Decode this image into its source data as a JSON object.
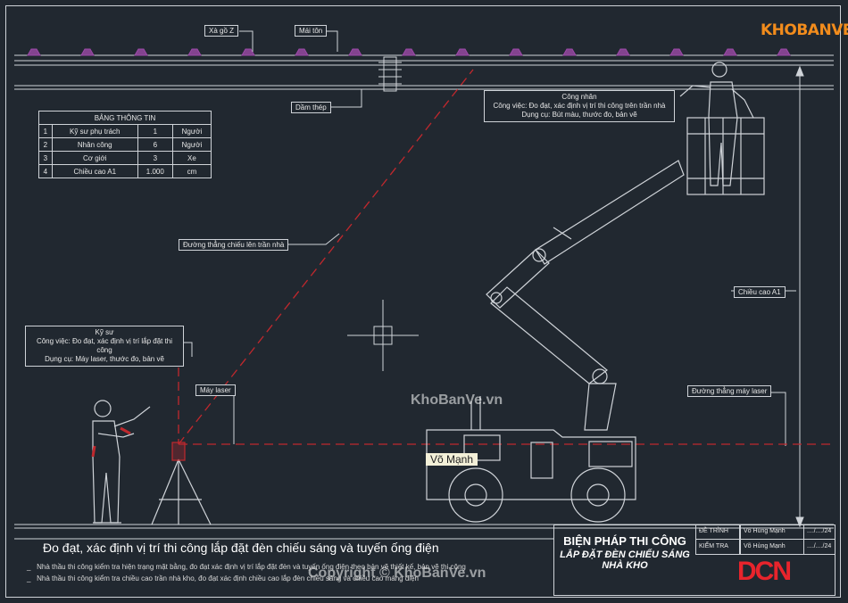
{
  "labels": {
    "xa_go": "Xà gồ Z",
    "mai_ton": "Mái tôn",
    "dam_thep": "Dầm thép",
    "duong_thang_chieu": "Đường thẳng chiếu lên trần nhà",
    "may_laser": "Máy laser",
    "chieu_cao": "Chiều cao A1",
    "duong_thang_may_laser": "Đường thẳng máy laser"
  },
  "worker_note": {
    "title": "Công nhân",
    "line1": "Công việc: Đo đạt, xác định vị trí thi công trên trần nhà",
    "line2": "Dụng cụ: Bút màu, thước đo, bản vẽ"
  },
  "engineer_note": {
    "title": "Kỹ sư",
    "line1": "Công việc: Đo đạt, xác định vị trí lắp đặt thi công",
    "line2": "Dụng cụ: Máy laser, thước đo, bản vẽ"
  },
  "info_table": {
    "title": "BẢNG THÔNG TIN",
    "rows": [
      {
        "no": "1",
        "name": "Kỹ sư phụ trách",
        "qty": "1",
        "unit": "Người"
      },
      {
        "no": "2",
        "name": "Nhân công",
        "qty": "6",
        "unit": "Người"
      },
      {
        "no": "3",
        "name": "Cơ giới",
        "qty": "3",
        "unit": "Xe"
      },
      {
        "no": "4",
        "name": "Chiều cao A1",
        "qty": "1.000",
        "unit": "cm"
      }
    ]
  },
  "footer": {
    "title": "Đo đạt, xác định vị trí thi công lắp đặt đèn chiếu sáng và tuyến ống điện",
    "line1": "Nhà thầu thi công kiểm tra hiện trạng mặt bằng, đo đạt xác định vị trí lắp đặt đèn và tuyến ống điện theo bản vẽ thiết kế, bản vẽ thi công",
    "line2": "Nhà thầu thi công kiểm tra chiều cao trần nhà kho, đo đạt xác định chiều cao lắp đèn chiếu sáng và chiều cao máng điện"
  },
  "title_block": {
    "heading": "BIỆN PHÁP THI CÔNG",
    "sub1": "LẮP ĐẶT ĐÈN CHIẾU SÁNG",
    "sub2": "NHÀ KHO",
    "row1_label": "ĐỀ TRÌNH",
    "row1_name": "Võ Hùng Mạnh",
    "row1_date": "..../..../24",
    "row2_label": "KIỂM TRA",
    "row2_name": "Võ Hùng Mạnh",
    "row2_date": "..../..../24",
    "logo": "DCN"
  },
  "watermarks": {
    "center": "KhoBanVe.vn",
    "bottom": "Copyright © KhoBanVe.vn",
    "logo": "KHOBANVE",
    "author_tag": "Võ Mạnh"
  },
  "colors": {
    "background": "#212830",
    "laser": "#c0282d",
    "roof": "#9c4aa8",
    "logo_red": "#e8242c",
    "logo_orange": "#f28c1c"
  }
}
